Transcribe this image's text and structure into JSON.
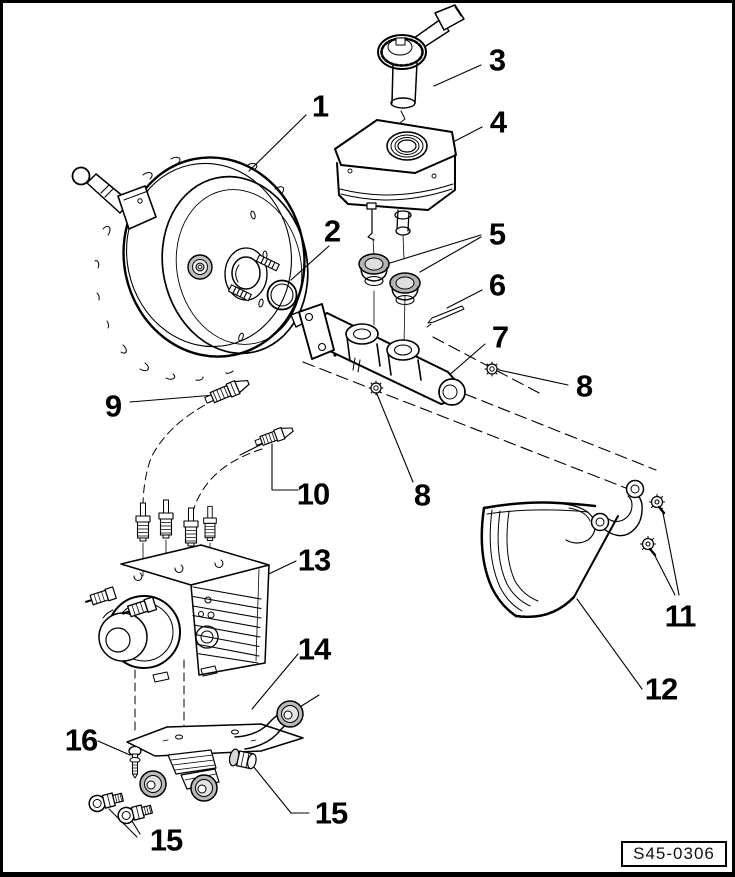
{
  "figure": {
    "code_label": "S45-0306"
  },
  "callouts": {
    "c1": "1",
    "c2": "2",
    "c3": "3",
    "c4": "4",
    "c5": "5",
    "c6": "6",
    "c7": "7",
    "c8a": "8",
    "c8b": "8",
    "c9": "9",
    "c10": "10",
    "c11": "11",
    "c12": "12",
    "c13": "13",
    "c14": "14",
    "c15a": "15",
    "c15b": "15",
    "c16": "16"
  }
}
